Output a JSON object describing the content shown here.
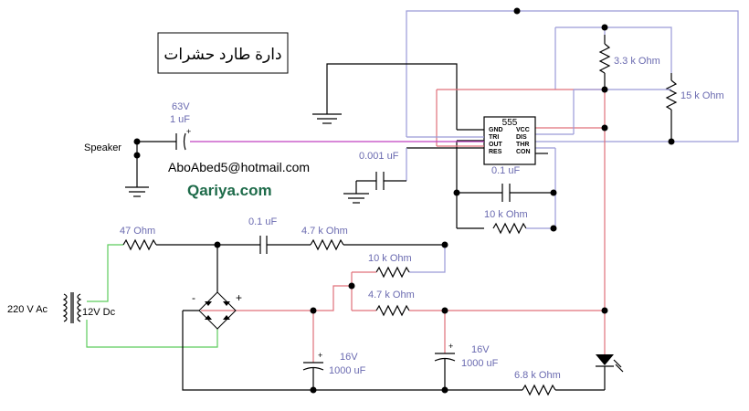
{
  "title": "دارة طارد حشرات",
  "email": "AboAbed5@hotmail.com",
  "site": "Qariya.com",
  "colors": {
    "wire_black": "#000000",
    "wire_purple": "#9a9ad8",
    "wire_red": "#e0707a",
    "wire_green": "#5ccc5c",
    "wire_magenta": "#c040c0",
    "label": "#6a6ab0",
    "site": "#1e6b4a"
  },
  "ic": {
    "name": "555",
    "pins_left": [
      "GND",
      "TRI",
      "OUT",
      "RES"
    ],
    "pins_right": [
      "VCC",
      "DIS",
      "THR",
      "CON"
    ]
  },
  "labels": {
    "speaker": "Speaker",
    "speaker_cap_voltage": "63V",
    "speaker_cap_value": "1 uF",
    "r_3k3": "3.3 k Ohm",
    "r_15k": "15 k Ohm",
    "c_0001": "0.001 uF",
    "c_01_timer": "0.1 uF",
    "r_10k_timer": "10 k Ohm",
    "r_47": "47  Ohm",
    "c_01_input": "0.1 uF",
    "r_4k7_input": "4.7 k Ohm",
    "r_10k_mid": "10 k Ohm",
    "r_4k7_mid": "4.7 k Ohm",
    "transformer_primary": "220 V Ac",
    "transformer_secondary": "12V Dc",
    "bridge_minus": "-",
    "bridge_plus": "+",
    "c1_voltage": "16V",
    "c1_value": "1000 uF",
    "c2_voltage": "16V",
    "c2_value": "1000 uF",
    "r_6k8": "6.8 k Ohm",
    "cap_polarity": "+"
  }
}
